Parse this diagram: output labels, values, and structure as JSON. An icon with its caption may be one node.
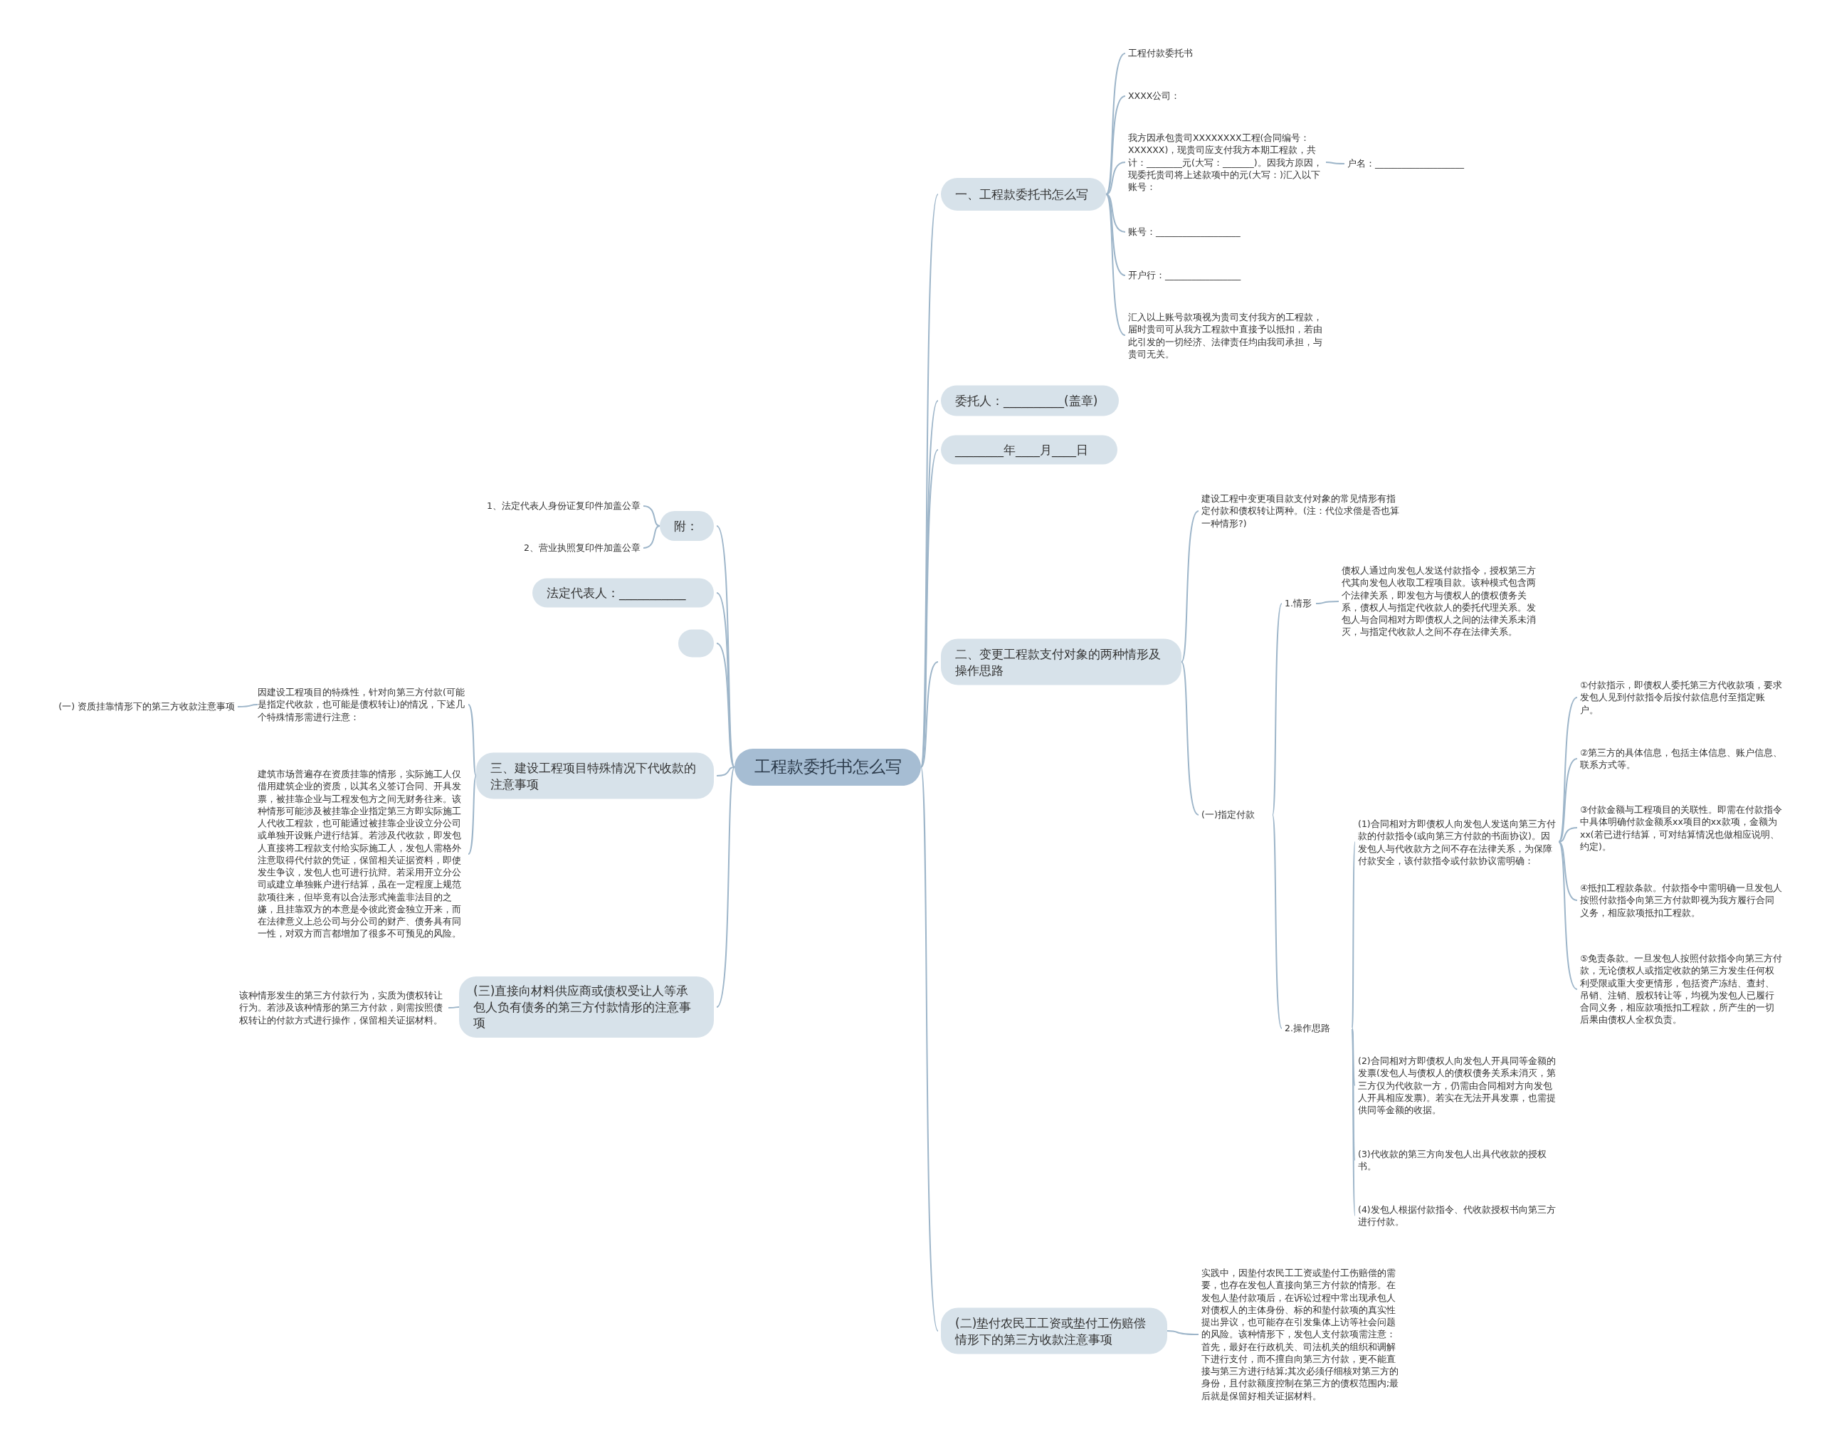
{
  "diagram": {
    "nodes": [
      {
        "text": [
          "工程款委托书怎么写"
        ]
      },
      {
        "text": [
          "一、工程款委托书怎么写"
        ]
      },
      {
        "text": [
          "委托人：__________(盖章)"
        ]
      },
      {
        "text": [
          "________年____月____日"
        ]
      },
      {
        "text": [
          "二、变更工程款支付对象的两种情形及操作思路"
        ]
      },
      {
        "text": [
          "(二)垫付农民工工资或垫付工伤赔偿情形下的第三方收款注意事项"
        ]
      },
      {
        "text": [
          "附："
        ]
      },
      {
        "text": [
          "法定代表人：___________"
        ]
      },
      {
        "text": [],
        "shape": "box"
      },
      {
        "text": [
          "三、建设工程项目特殊情况下代收款的注意事项"
        ]
      },
      {
        "text": [
          "(三)直接向材料供应商或债权受让人等承包人负有债务的第三方付款情形的注意事项"
        ]
      },
      {
        "text": [
          "工程付款委托书"
        ]
      },
      {
        "text": [
          "XXXX公司："
        ]
      },
      {
        "text": [
          "我方因承包贵司XXXXXXXX工程(合同编号：XXXXXX)，现贵司应支付我方本期工程款，共计：________元(大写：_______)。因我方原因，现委托贵司将上述款项中的元(大写：)汇入以下账号："
        ]
      },
      {
        "text": [
          "户名：____________________"
        ]
      },
      {
        "text": [
          "账号：___________________"
        ]
      },
      {
        "text": [
          "开户行：_________________"
        ]
      },
      {
        "text": [
          "汇入以上账号款项视为贵司支付我方的工程款，届时贵司可从我方工程款中直接予以抵扣，若由此引发的一切经济、法律责任均由我司承担，与贵司无关。"
        ]
      },
      {
        "text": [
          "建设工程中变更项目款支付对象的常见情形有指定付款和债权转让两种。(注：代位求偿是否也算一种情形?)"
        ]
      },
      {
        "text": [
          "(一)指定付款"
        ]
      },
      {
        "text": [
          "1.情形"
        ]
      },
      {
        "text": [
          "债权人通过向发包人发送付款指令，授权第三方代其向发包人收取工程项目款。该种模式包含两个法律关系，即发包方与债权人的债权债务关系，债权人与指定代收款人的委托代理关系。发包人与合同相对方即债权人之间的法律关系未消灭，与指定代收款人之间不存在法律关系。"
        ]
      },
      {
        "text": [
          "2.操作思路"
        ]
      },
      {
        "text": [
          "(1)合同相对方即债权人向发包人发送向第三方付款的付款指令(或向第三方付款的书面协议)。因发包人与代收款方之间不存在法律关系，为保障付款安全，该付款指令或付款协议需明确："
        ]
      },
      {
        "text": [
          "①付款指示，即债权人委托第三方代收款项，要求发包人见到付款指令后按付款信息付至指定账户。"
        ]
      },
      {
        "text": [
          "②第三方的具体信息，包括主体信息、账户信息、联系方式等。"
        ]
      },
      {
        "text": [
          "③付款金额与工程项目的关联性。即需在付款指令中具体明确付款金额系xx项目的xx款项，金额为xx(若已进行结算，可对结算情况也做相应说明、约定)。"
        ]
      },
      {
        "text": [
          "④抵扣工程款条款。付款指令中需明确一旦发包人按照付款指令向第三方付款即视为我方履行合同义务，相应款项抵扣工程款。"
        ]
      },
      {
        "text": [
          "⑤免责条款。一旦发包人按照付款指令向第三方付款，无论债权人或指定收款的第三方发生任何权利受限或重大变更情形，包括资产冻结、查封、吊销、注销、股权转让等，均视为发包人已履行合同义务，相应款项抵扣工程款，所产生的一切后果由债权人全权负责。"
        ]
      },
      {
        "text": [
          "(2)合同相对方即债权人向发包人开具同等金额的发票(发包人与债权人的债权债务关系未消灭，第三方仅为代收款一方，仍需由合同相对方向发包人开具相应发票)。若实在无法开具发票，也需提供同等金额的收据。"
        ]
      },
      {
        "text": [
          "(3)代收款的第三方向发包人出具代收款的授权书。"
        ]
      },
      {
        "text": [
          "(4)发包人根据付款指令、代收款授权书向第三方进行付款。"
        ]
      },
      {
        "text": [
          "实践中，因垫付农民工工资或垫付工伤赔偿的需要，也存在发包人直接向第三方付款的情形。在发包人垫付款项后，在诉讼过程中常出现承包人对债权人的主体身份、标的和垫付款项的真实性提出异议，也可能存在引发集体上访等社会问题的风险。该种情形下，发包人支付款项需注意：首先，最好在行政机关、司法机关的组织和调解下进行支付，而不擅自向第三方付款，更不能直接与第三方进行结算;其次必须仔细核对第三方的身份，且付款额度控制在第三方的债权范围内;最后就是保留好相关证据材料。"
        ]
      },
      {
        "text": [
          "1、法定代表人身份证复印件加盖公章"
        ]
      },
      {
        "text": [
          "2、营业执照复印件加盖公章"
        ]
      },
      {
        "text": [
          "因建设工程项目的特殊性，针对向第三方付款(可能是指定代收款，也可能是债权转让)的情况，下述几个特殊情形需进行注意："
        ]
      },
      {
        "text": [
          "建筑市场普遍存在资质挂靠的情形，实际施工人仅借用建筑企业的资质，以其名义签订合同、开具发票，被挂靠企业与工程发包方之间无财务往来。该种情形可能涉及被挂靠企业指定第三方即实际施工人代收工程款，也可能通过被挂靠企业设立分公司或单独开设账户进行结算。若涉及代收款，即发包人直接将工程款支付给实际施工人，发包人需格外注意取得代付款的凭证，保留相关证据资料，即使发生争议，发包人也可进行抗辩。若采用开立分公司或建立单独账户进行结算，虽在一定程度上规范款项往来，但毕竟有以合法形式掩盖非法目的之嫌，且挂靠双方的本意是令彼此资金独立开来，而在法律意义上总公司与分公司的财产、债务具有同一性，对双方而言都增加了很多不可预见的风险。"
        ]
      },
      {
        "text": [
          "(一) 资质挂靠情形下的第三方收款注意事项"
        ]
      },
      {
        "text": [
          "该种情形发生的第三方付款行为，实质为债权转让行为。若涉及该种情形的第三方付款，则需按照债权转让的付款方式进行操作，保留相关证据材料。"
        ]
      }
    ],
    "edges": [
      {
        "from": 0,
        "to": 1,
        "arrow": "none"
      },
      {
        "from": 0,
        "to": 2,
        "arrow": "none"
      },
      {
        "from": 0,
        "to": 3,
        "arrow": "none"
      },
      {
        "from": 0,
        "to": 4,
        "arrow": "none"
      },
      {
        "from": 0,
        "to": 5,
        "arrow": "none"
      },
      {
        "from": 0,
        "to": 6,
        "arrow": "none"
      },
      {
        "from": 0,
        "to": 7,
        "arrow": "none"
      },
      {
        "from": 0,
        "to": 8,
        "arrow": "none"
      },
      {
        "from": 0,
        "to": 9,
        "arrow": "none"
      },
      {
        "from": 0,
        "to": 10,
        "arrow": "none"
      },
      {
        "from": 1,
        "to": 11,
        "arrow": "none"
      },
      {
        "from": 1,
        "to": 12,
        "arrow": "none"
      },
      {
        "from": 1,
        "to": 13,
        "arrow": "none"
      },
      {
        "from": 13,
        "to": 14,
        "arrow": "none"
      },
      {
        "from": 1,
        "to": 15,
        "arrow": "none"
      },
      {
        "from": 1,
        "to": 16,
        "arrow": "none"
      },
      {
        "from": 1,
        "to": 17,
        "arrow": "none"
      },
      {
        "from": 4,
        "to": 18,
        "arrow": "none"
      },
      {
        "from": 4,
        "to": 19,
        "arrow": "none"
      },
      {
        "from": 19,
        "to": 20,
        "arrow": "none"
      },
      {
        "from": 20,
        "to": 21,
        "arrow": "none"
      },
      {
        "from": 19,
        "to": 22,
        "arrow": "none"
      },
      {
        "from": 22,
        "to": 23,
        "arrow": "none"
      },
      {
        "from": 23,
        "to": 24,
        "arrow": "none"
      },
      {
        "from": 23,
        "to": 25,
        "arrow": "none"
      },
      {
        "from": 23,
        "to": 26,
        "arrow": "none"
      },
      {
        "from": 23,
        "to": 27,
        "arrow": "none"
      },
      {
        "from": 23,
        "to": 28,
        "arrow": "none"
      },
      {
        "from": 22,
        "to": 29,
        "arrow": "none"
      },
      {
        "from": 22,
        "to": 30,
        "arrow": "none"
      },
      {
        "from": 22,
        "to": 31,
        "arrow": "none"
      },
      {
        "from": 5,
        "to": 32,
        "arrow": "none"
      },
      {
        "from": 6,
        "to": 33,
        "arrow": "none"
      },
      {
        "from": 6,
        "to": 34,
        "arrow": "none"
      },
      {
        "from": 9,
        "to": 35,
        "arrow": "none"
      },
      {
        "from": 9,
        "to": 36,
        "arrow": "none"
      },
      {
        "from": 35,
        "to": 37,
        "arrow": "none"
      },
      {
        "from": 10,
        "to": 38,
        "arrow": "none"
      }
    ]
  }
}
